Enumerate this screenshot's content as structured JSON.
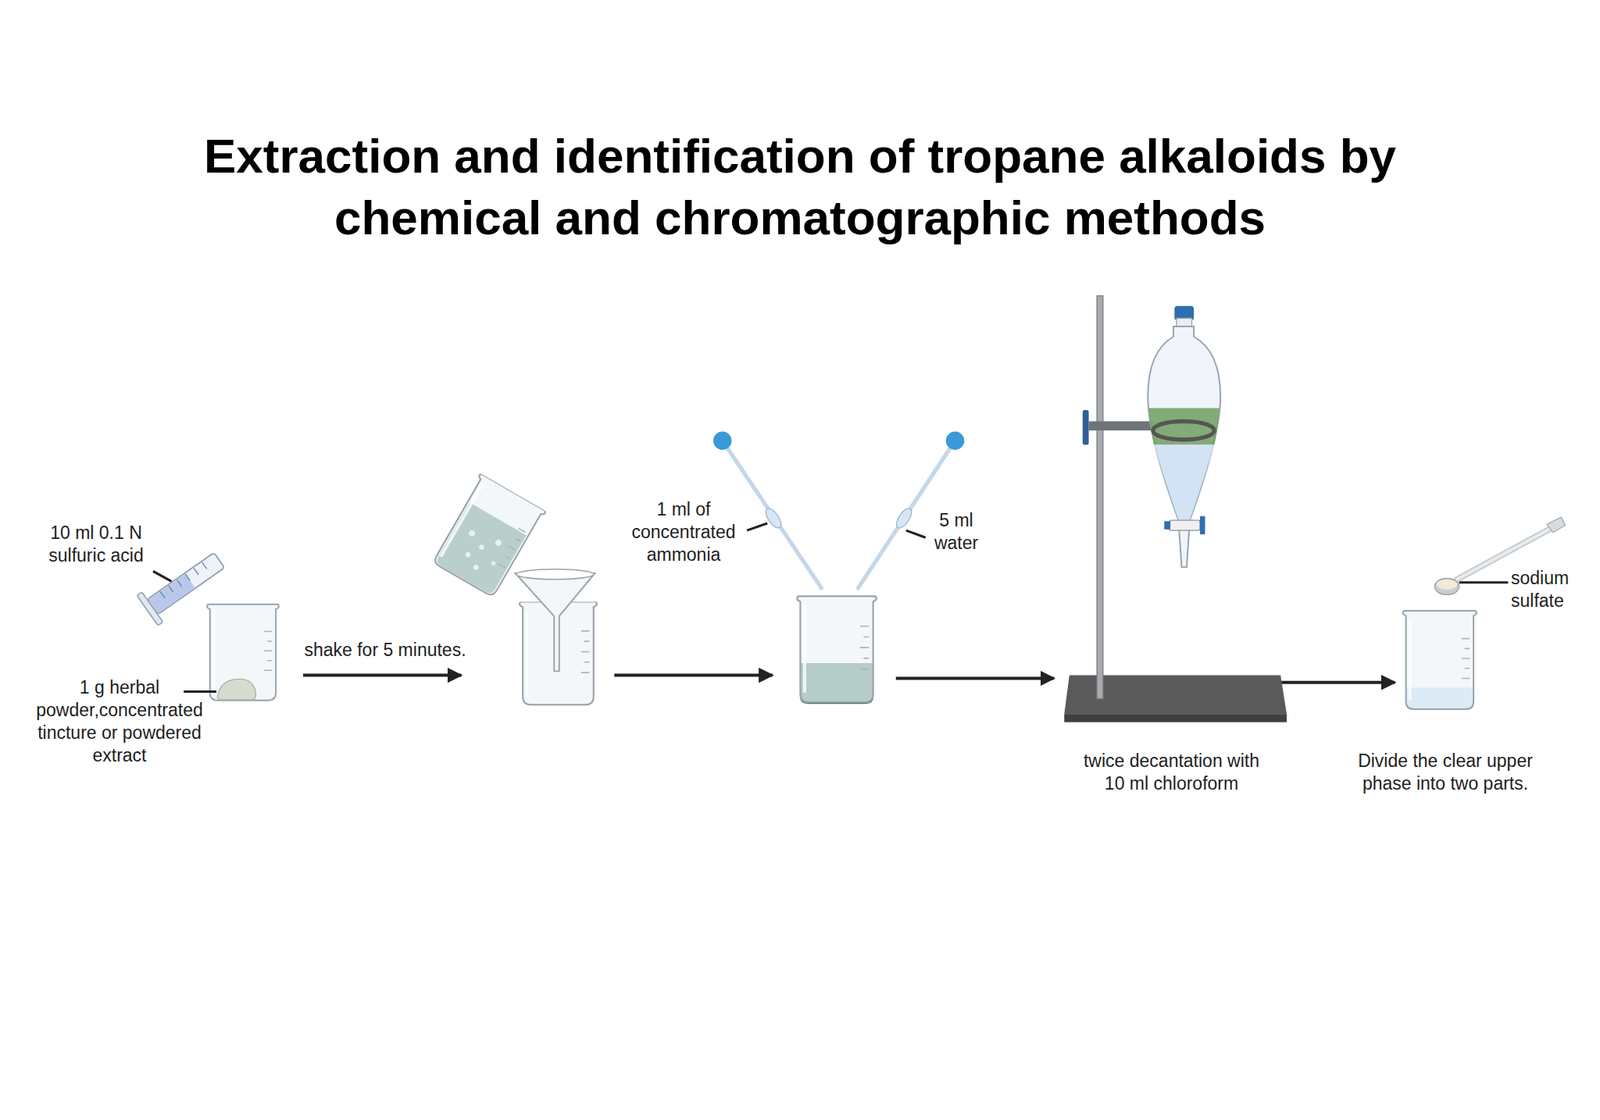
{
  "diagram": {
    "title": "Extraction and identification of tropane alkaloids by chemical and chromatographic methods",
    "labels": [
      "10 ml 0.1 N sulfuric acid",
      "1 g herbal powder,concentrated tincture or powdered extract",
      "shake for 5 minutes.",
      "1 ml of concentrated ammonia",
      "5 ml water",
      "twice decantation with 10 ml chloroform",
      "Divide the clear upper phase into two parts.",
      "sodium sulfate"
    ]
  }
}
